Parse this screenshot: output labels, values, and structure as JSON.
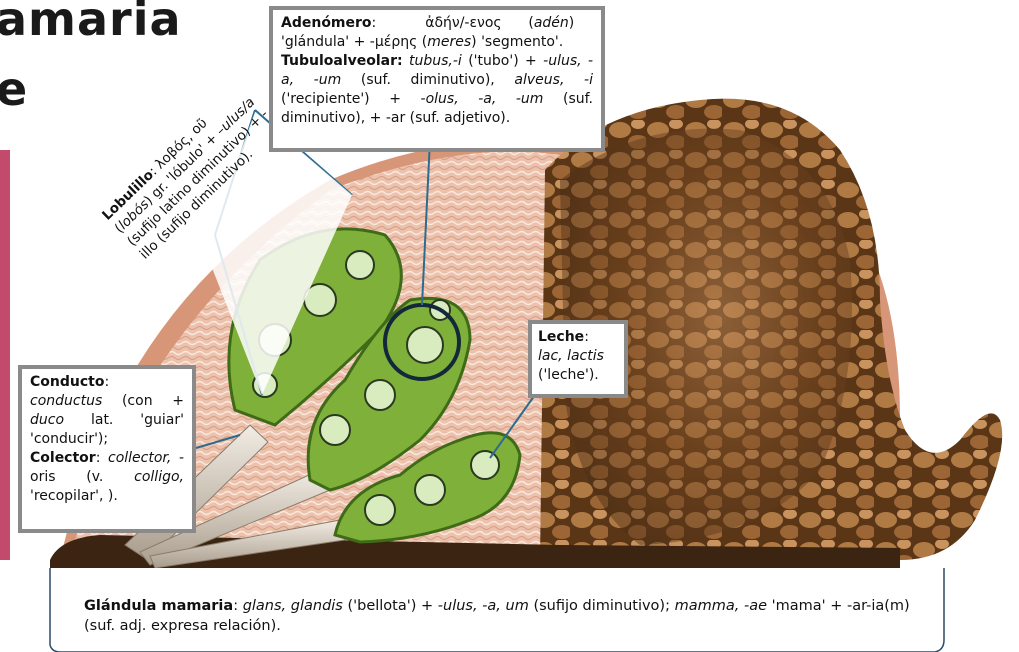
{
  "title": {
    "line1": "amaria",
    "line2": "e"
  },
  "adenomero": {
    "term": "Adenómero",
    "l1_greek": "ἀδήν/-ενος",
    "l1_trans": "adén",
    "l2_a": "'glándula' + -",
    "l2_greek": "μέρης",
    "l2_trans": "meres",
    "l2_b": "'segmento'.",
    "term2": "Tubuloalveolar:",
    "l3_a": "tubus,-i",
    "l3_b": "('tubo') +",
    "l3_c": "-ulus, -a, -um",
    "l3_d": "(suf. diminutivo),",
    "l3_e": "alveus, -i",
    "l3_f": "('recipiente') +",
    "l3_g": "-olus, -a, -um",
    "l3_h": "(suf. diminutivo), + -ar (suf. adjetivo)."
  },
  "lobulillo": {
    "term": "Lobulillo",
    "greek": "λοβός, οῦ",
    "trans": "lobós",
    "a": "gr. 'lóbulo' +",
    "b": "–ulus/a",
    "c": "(sufijo latino diminutivo) + -illo (sufijo diminutivo)."
  },
  "leche": {
    "term": "Leche",
    "latin": "lac, lactis",
    "gloss": "('leche')."
  },
  "conducto": {
    "term": "Conducto",
    "a": "conductus",
    "b": "(con +",
    "c": "duco",
    "d": "lat. 'guiar' 'conducir');",
    "term2": "Colector",
    "e": "collector,",
    "f": "-oris (v.",
    "g": "colligo,",
    "h": "'recopilar', )."
  },
  "glandula": {
    "term": "Glándula mamaria",
    "a": "glans, glandis",
    "b": "('bellota') +",
    "c": "-ulus, -a, um",
    "d": "(sufijo diminutivo);",
    "e": "mamma, -ae",
    "f": "'mama' + -ar-ia(m) (suf. adj. expresa relación)."
  },
  "colors": {
    "lobule_green": "#7fb03a",
    "lobule_dark": "#3f6b18",
    "tissue_pink": "#e8b8a2",
    "fat_brown": "#6b4220",
    "box_border": "#8a8a8a",
    "leader_line": "#2d6b8f",
    "highlight_ring": "#13283a"
  }
}
